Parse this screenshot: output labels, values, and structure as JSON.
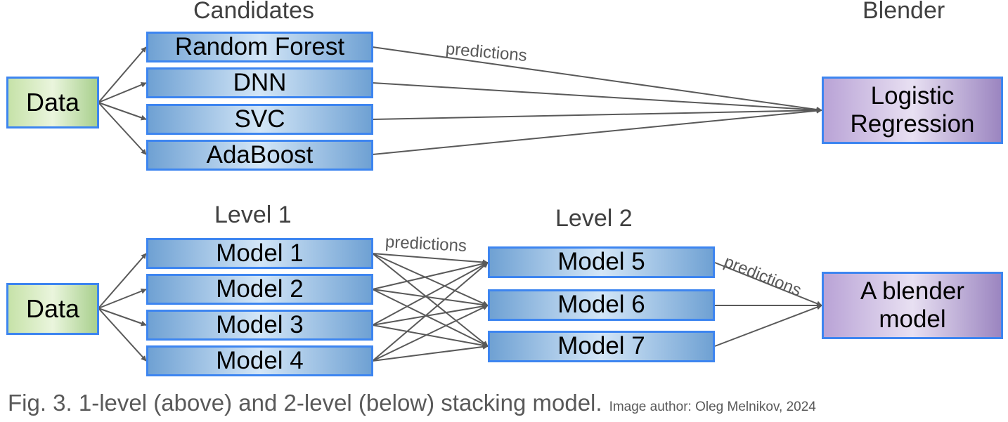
{
  "top": {
    "candidates_header": "Candidates",
    "blender_header": "Blender",
    "data_label": "Data",
    "models": [
      "Random Forest",
      "DNN",
      "SVC",
      "AdaBoost"
    ],
    "predictions_label": "predictions",
    "blender_label": "Logistic Regression"
  },
  "bottom": {
    "level1_header": "Level 1",
    "level2_header": "Level 2",
    "data_label": "Data",
    "level1_models": [
      "Model 1",
      "Model 2",
      "Model 3",
      "Model 4"
    ],
    "level2_models": [
      "Model 5",
      "Model 6",
      "Model 7"
    ],
    "predictions_label_1": "predictions",
    "predictions_label_2": "predictions",
    "blender_label": "A blender model"
  },
  "caption": {
    "main": "Fig. 3. 1-level (above) and 2-level (below) stacking model.",
    "credit": "Image author: Oleg Melnikov, 2024"
  },
  "colors": {
    "box_border": "#3d85f0",
    "arrow": "#595959",
    "data_fill": "#c6e2a8",
    "model_fill": "#6fa1d3",
    "blender_fill": "#b9a3d6"
  }
}
